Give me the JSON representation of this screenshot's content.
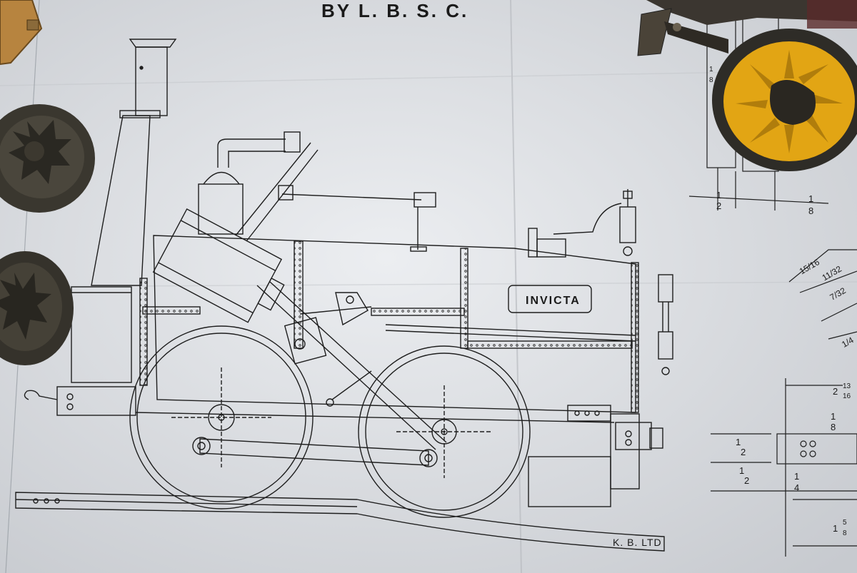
{
  "drawing": {
    "byline": "BY   L. B. S. C.",
    "nameplate": "INVICTA",
    "maker_mark": "K. B. LTD",
    "dims": {
      "d1": "1",
      "d1b": "2",
      "d2": "1",
      "d2b": "8",
      "d3": "1",
      "d3b": "8",
      "d4": "15/16",
      "d5": "11/32",
      "d6": "7/32",
      "d7": "2",
      "d7a": "13",
      "d7b": "16",
      "d8": "1",
      "d8b": "8",
      "d9": "1",
      "d9b": "2",
      "d10": "1",
      "d10b": "2",
      "d11": "1",
      "d11b": "4",
      "d12": "1",
      "d12a": "5",
      "d12b": "8",
      "d13": "1/4"
    }
  },
  "colors": {
    "paper": "#e6e8eb",
    "ink": "#1e1e1e",
    "wheel_yellow": "#e2a514",
    "metal_dark": "#2e2c27",
    "wood": "#b7843f"
  }
}
